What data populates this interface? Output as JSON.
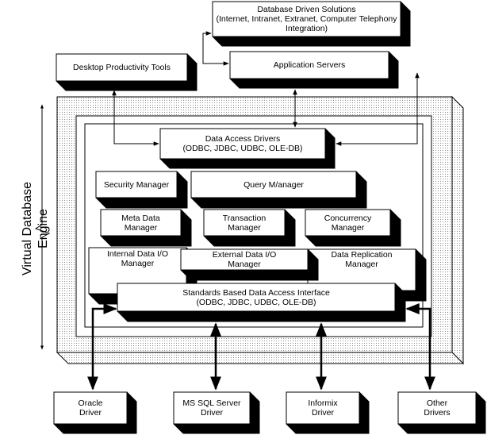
{
  "diagram": {
    "side_label": "Virtual Database Engine",
    "boxes": {
      "database_driven_solutions": [
        "Database Driven Solutions",
        "(Internet, Intranet, Extranet, Computer Telephony",
        "Integration)"
      ],
      "desktop_productivity_tools": [
        "Desktop Productivity Tools"
      ],
      "application_servers": [
        "Application Servers"
      ],
      "data_access_drivers": [
        "Data Access Drivers",
        "(ODBC, JDBC, UDBC, OLE-DB)"
      ],
      "security_manager": [
        "Security Manager"
      ],
      "query_manager": [
        "Query M/anager"
      ],
      "meta_data_manager": [
        "Meta Data",
        "Manager"
      ],
      "transaction_manager": [
        "Transaction",
        "Manager"
      ],
      "concurrency_manager": [
        "Concurrency",
        "Manager"
      ],
      "internal_data_io_manager": [
        "Internal Data I/O",
        "Manager"
      ],
      "external_data_io_manager": [
        "External Data I/O",
        "Manager"
      ],
      "data_replication_manager": [
        "Data Replication",
        "Manager"
      ],
      "standards_based_interface": [
        "Standards Based Data Access Interface",
        "(ODBC, JDBC, UDBC, OLE-DB)"
      ],
      "oracle_driver": [
        "Oracle",
        "Driver"
      ],
      "ms_sql_server_driver": [
        "MS SQL Server",
        "Driver"
      ],
      "informix_driver": [
        "Informix",
        "Driver"
      ],
      "other_drivers": [
        "Other",
        "Drivers"
      ]
    }
  },
  "colors": {
    "stroke": "#000000",
    "fill": "#ffffff",
    "shadow": "#000000",
    "frame_dots": "#9a9a9a"
  }
}
